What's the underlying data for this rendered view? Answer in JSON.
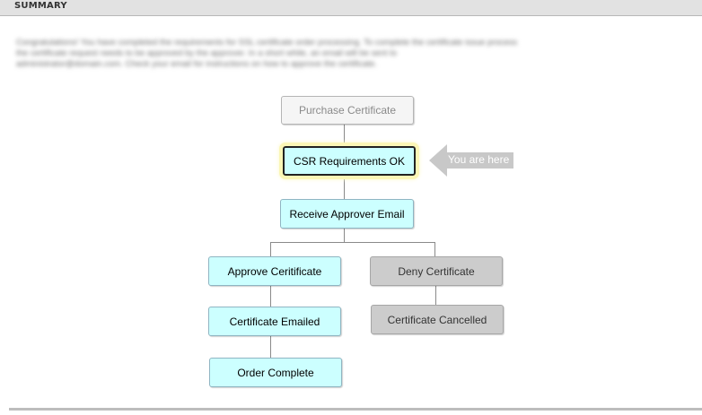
{
  "header": {
    "title": "SUMMARY"
  },
  "intro": {
    "lines": [
      "Congratulations! You have completed the requirements for SSL certificate order processing. To complete the certificate issue process",
      "the certificate request needs to be approved by the approver. In a short while, an email will be sent to",
      "administrator@domain.com. Check your email for instructions on how to approve the certificate."
    ]
  },
  "flow": {
    "purchase": "Purchase Certificate",
    "csr": "CSR Requirements OK",
    "receive": "Receive Approver Email",
    "approve": "Approve Ceritificate",
    "deny": "Deny Certificate",
    "emailed": "Certificate Emailed",
    "cancelled": "Certificate Cancelled",
    "complete": "Order Complete"
  },
  "you_are_here": "You are here",
  "colors": {
    "step_active": "#ccffff",
    "step_inactive": "#f5f5f5",
    "step_denied": "#cccccc",
    "highlight": "#fbf6b6",
    "header_bg": "#e2e2e2"
  }
}
